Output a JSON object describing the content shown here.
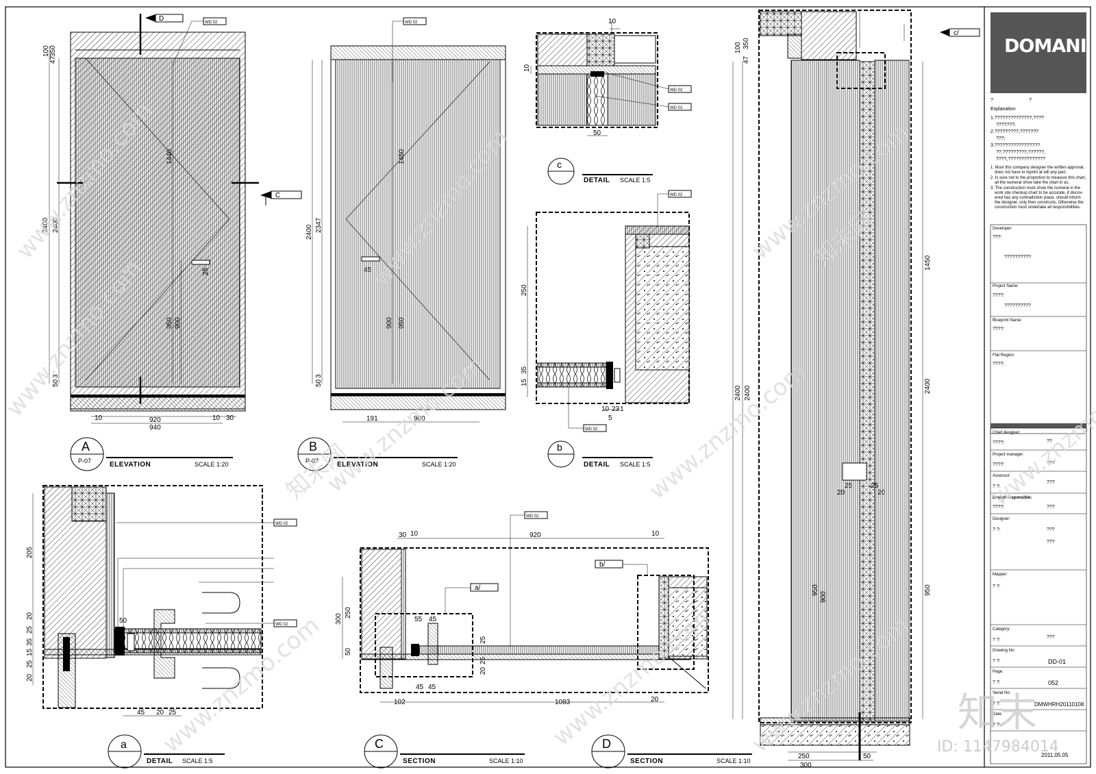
{
  "brand": {
    "logo": "DOMANI"
  },
  "tags": {
    "material": "WD 02",
    "cut_D": "D",
    "cut_C": "C",
    "cut_c": "c/",
    "cut_a": "a/",
    "cut_b": "b/"
  },
  "views": {
    "A": {
      "mark": "A",
      "ref": "P-07",
      "title": "ELEVATION",
      "scale": "SCALE 1:20"
    },
    "B": {
      "mark": "B",
      "ref": "P-07",
      "title": "ELEVATION",
      "scale": "SCALE 1:20"
    },
    "c_detail": {
      "mark": "c",
      "title": "DETAIL",
      "scale": "SCALE 1:5"
    },
    "b_detail": {
      "mark": "b",
      "title": "DETAIL",
      "scale": "SCALE 1:5"
    },
    "a_detail": {
      "mark": "a",
      "title": "DETAIL",
      "scale": "SCALE 1:5"
    },
    "C_section": {
      "mark": "C",
      "title": "SECTION",
      "scale": "SCALE 1:10"
    },
    "D_section": {
      "mark": "D",
      "title": "SECTION",
      "scale": "SCALE 1:10"
    }
  },
  "dims": {
    "A": {
      "h1": "100",
      "h2": "350",
      "h3": "47",
      "total1": "2400",
      "total2": "2400",
      "d1440": "1440",
      "d950": "950",
      "d900": "900",
      "b50": "50",
      "b3": "3",
      "w10": "10",
      "w920": "920",
      "w940": "940",
      "w10b": "10",
      "w30": "30",
      "h25": "25"
    },
    "B": {
      "total": "2400",
      "t2347": "2347",
      "d1450": "1450",
      "d900": "900",
      "d950": "950",
      "b50": "50",
      "b3": "3",
      "w191": "191",
      "w900": "900",
      "h45": "45"
    },
    "c": {
      "t10": "10",
      "l10": "10",
      "b50": "50"
    },
    "b": {
      "d250": "250",
      "d35": "35",
      "d15": "15",
      "b10": "10",
      "b23": "23",
      "b1": "1",
      "b5": "5"
    },
    "a": {
      "d205": "205",
      "d20": "20",
      "d25": "25",
      "d35": "35",
      "d15": "15",
      "d25b": "25",
      "d20b": "20",
      "d50": "50",
      "b45": "45",
      "b20": "20",
      "b25": "25"
    },
    "C": {
      "t30": "30",
      "t10": "10",
      "t920": "920",
      "t10b": "10",
      "l300": "300",
      "l250": "250",
      "l50": "50",
      "m55": "55",
      "m45": "45",
      "r25": "25",
      "r25b": "25",
      "r20": "20",
      "b45": "45",
      "b45b": "45",
      "b102": "102",
      "b1083": "1083",
      "b20": "20"
    },
    "D": {
      "t100": "100",
      "t47": "47",
      "t350": "350",
      "l2400": "2400",
      "l2400b": "2400",
      "r1450": "1450",
      "r2400": "2400",
      "r950": "950",
      "m950": "950",
      "m900": "900",
      "s25": "25",
      "s20": "20",
      "s25b": "25",
      "s20b": "20",
      "b250": "250",
      "b300": "300",
      "b50": "50"
    }
  },
  "title_block": {
    "q1": "?",
    "q2": "?",
    "explanation_label": "Explanation",
    "notes_q": [
      "1.??????????????,????",
      "???????.",
      "2.?????????,???????",
      "???;",
      "3.?????????????????",
      "??,?????????,??????,",
      "????,??????????????"
    ],
    "notes_en": [
      "1. Must this company designer the written approval,",
      "does not have to reprint at will any part;",
      "2. Is sure not to the proportion to measure this chart,",
      "all the numeral show take the chart in as;",
      "3. The construction must show the numeral in the",
      "work site checkup chart to be accurate, if discov-",
      "ered has any contradiction place, should inform",
      "the designer, only then constructs, Otherwise the",
      "construction must undertake all responsibilities."
    ],
    "developer_label": "Developer:",
    "developer_q": "???:",
    "developer_v": "??????????",
    "project_label": "Project Name:",
    "project_q": "????:",
    "project_v": "??????????",
    "blueprint_label": "Blueprint Name:",
    "blueprint_q": "????:",
    "flat_label": "Flat Region:",
    "flat_q": "????:",
    "chief_label": "Chief designer:",
    "chief_q": "????:",
    "chief_v": "??",
    "pm_label": "Project manager:",
    "pm_q": "????:",
    "pm_v": "???",
    "assessor_label": "Assessor:",
    "assessor_q": "?    ?:",
    "assessor_v": "???",
    "design_resp_label": "Design responsible:",
    "design_resp_q": "????:",
    "design_resp_v": "???",
    "designer_label": "Designer:",
    "designer_q": "?    ?:",
    "designer_v1": "???",
    "designer_v2": "???",
    "mapper_label": "Mapper:",
    "mapper_q": "?    ?:",
    "category_label": "Category:",
    "category_q": "?    ?:",
    "category_v": "???",
    "drawing_label": "Drawing No:",
    "drawing_q": "?    ?:",
    "drawing_v": "DD-01",
    "page_label": "Page:",
    "page_q": "?    ?:",
    "page_v": "052",
    "serial_label": "Serial No:",
    "serial_q": "?    ?:",
    "serial_v": "DMWHRH20110108",
    "date_label": "Date:",
    "date_q": "?    ?:",
    "date_v": "2011.05.05"
  },
  "watermark": {
    "site": "www.znzmo.com",
    "brand_cn": "知末网",
    "logo_cn": "知末",
    "id": "ID: 1147984014"
  }
}
